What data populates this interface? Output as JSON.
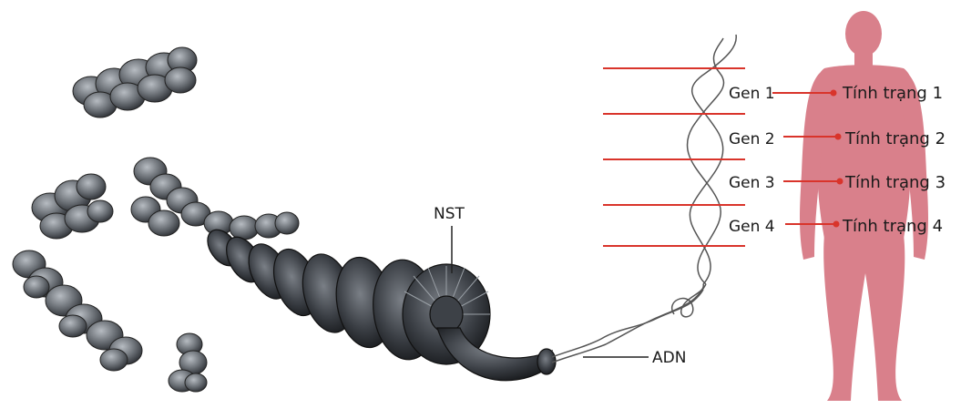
{
  "labels": {
    "chromosome": "NST",
    "dna": "ADN"
  },
  "genes": [
    {
      "gene": "Gen 1",
      "trait": "Tính trạng 1"
    },
    {
      "gene": "Gen 2",
      "trait": "Tính trạng 2"
    },
    {
      "gene": "Gen 3",
      "trait": "Tính trạng 3"
    },
    {
      "gene": "Gen 4",
      "trait": "Tính trạng 4"
    }
  ],
  "colors": {
    "gene_line": "#d9342b",
    "body": "#d9808b",
    "chromosome_dark": "#2e3136",
    "chromosome_light": "#8a9096",
    "dna_strand": "#555555"
  }
}
